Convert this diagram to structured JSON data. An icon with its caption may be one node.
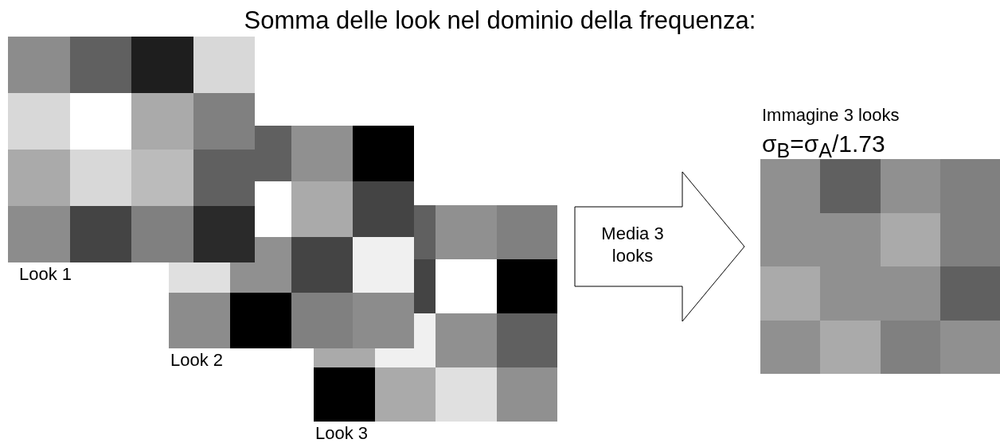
{
  "diagram": {
    "title": "Somma delle look nel dominio della frequenza:",
    "nodes": [
      {
        "text": [],
        "shape": "picture",
        "beside": [
          "Look 1"
        ]
      },
      {
        "text": [],
        "shape": "picture",
        "beside": [
          "Look 2"
        ]
      },
      {
        "text": [],
        "shape": "picture",
        "beside": [
          "Look 3"
        ]
      },
      {
        "text": [
          "Immagine  3 looks",
          "σ$_{B}$=σ$_{A}$/1.73"
        ]
      }
    ],
    "edges": [
      {
        "from": 2,
        "to": 3,
        "arrow": "to",
        "style": "thick",
        "label": "Media 3 looks"
      }
    ]
  }
}
